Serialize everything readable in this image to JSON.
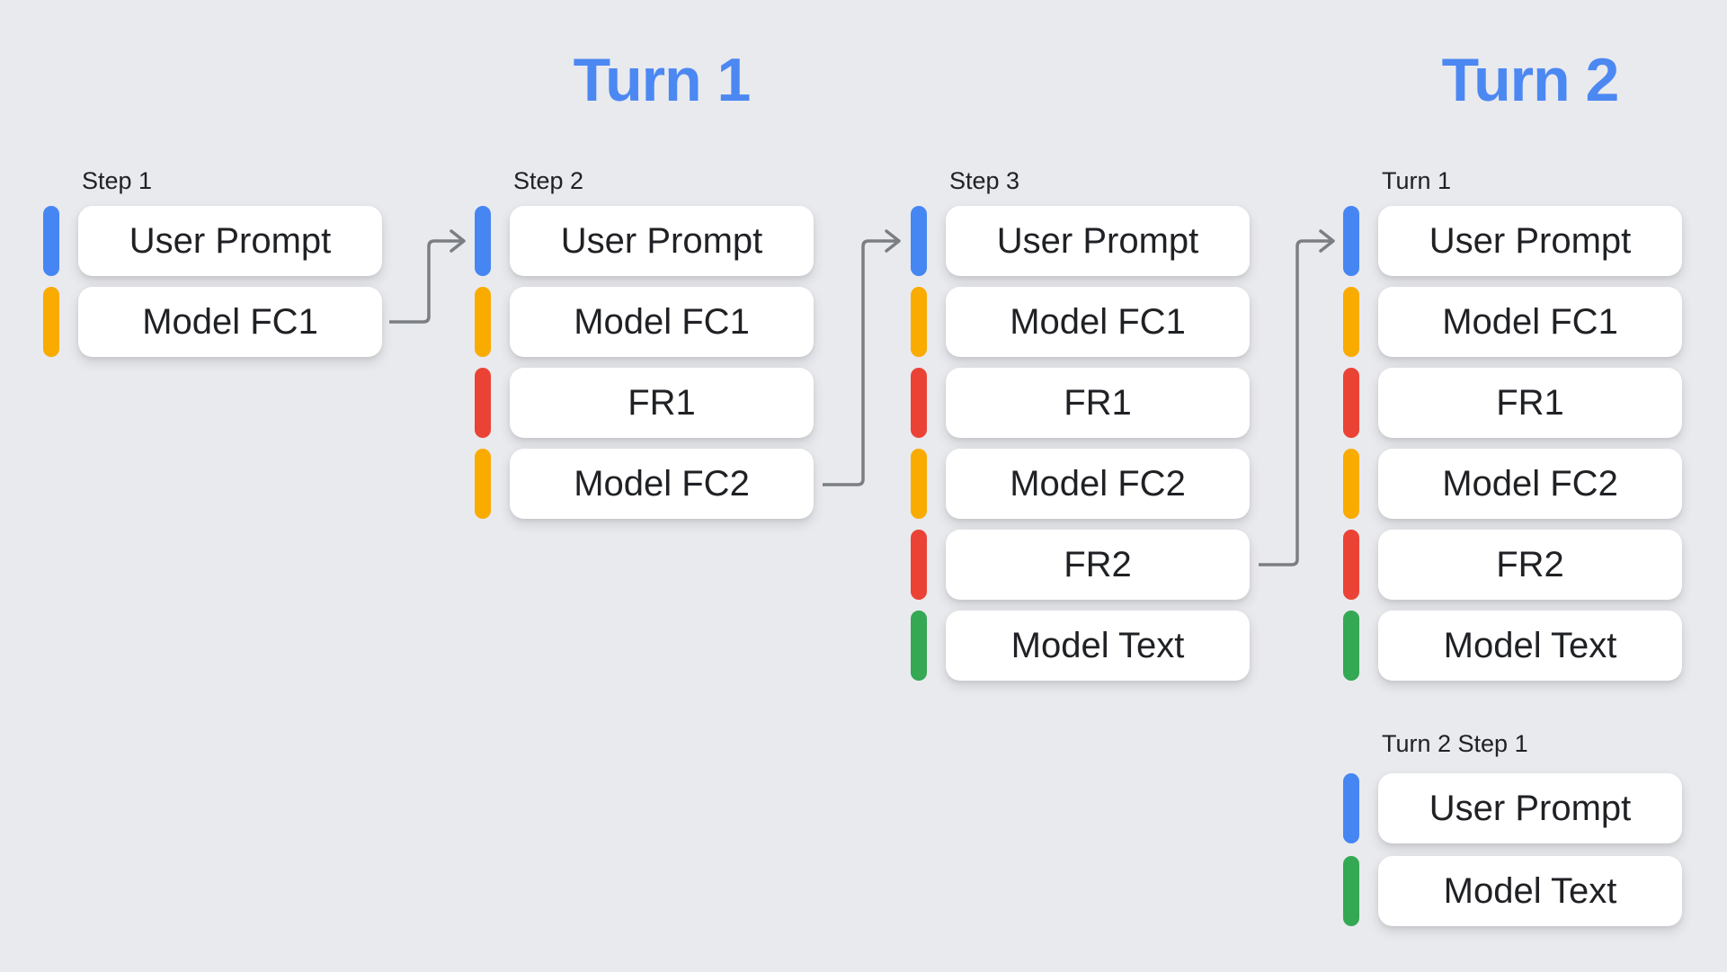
{
  "titles": {
    "turn1": "Turn 1",
    "turn2": "Turn 2"
  },
  "colors": {
    "blue": "#4686f3",
    "yellow": "#f9ab00",
    "red": "#ea4335",
    "green": "#34a853",
    "title_blue": "#4c88f2",
    "arrow_gray": "#7b7f83",
    "background": "#e9eaee",
    "box_background": "#ffffff",
    "text": "#1f2124"
  },
  "columns": [
    {
      "label": "Step 1",
      "items": [
        {
          "text": "User Prompt",
          "color": "blue"
        },
        {
          "text": "Model FC1",
          "color": "yellow"
        }
      ]
    },
    {
      "label": "Step 2",
      "items": [
        {
          "text": "User Prompt",
          "color": "blue"
        },
        {
          "text": "Model FC1",
          "color": "yellow"
        },
        {
          "text": "FR1",
          "color": "red"
        },
        {
          "text": "Model FC2",
          "color": "yellow"
        }
      ]
    },
    {
      "label": "Step 3",
      "items": [
        {
          "text": "User Prompt",
          "color": "blue"
        },
        {
          "text": "Model FC1",
          "color": "yellow"
        },
        {
          "text": "FR1",
          "color": "red"
        },
        {
          "text": "Model FC2",
          "color": "yellow"
        },
        {
          "text": "FR2",
          "color": "red"
        },
        {
          "text": "Model Text",
          "color": "green"
        }
      ]
    },
    {
      "label": "Turn 1",
      "items": [
        {
          "text": "User Prompt",
          "color": "blue"
        },
        {
          "text": "Model FC1",
          "color": "yellow"
        },
        {
          "text": "FR1",
          "color": "red"
        },
        {
          "text": "Model FC2",
          "color": "yellow"
        },
        {
          "text": "FR2",
          "color": "red"
        },
        {
          "text": "Model Text",
          "color": "green"
        }
      ]
    },
    {
      "label": "Turn 2 Step 1",
      "items": [
        {
          "text": "User Prompt",
          "color": "blue"
        },
        {
          "text": "Model Text",
          "color": "green"
        }
      ]
    }
  ],
  "arrows": [
    {
      "from": "Step 1 / Model FC1",
      "to": "Step 2 / User Prompt"
    },
    {
      "from": "Step 2 / Model FC2",
      "to": "Step 3 / User Prompt"
    },
    {
      "from": "Step 3 / FR2",
      "to": "Turn 1 / User Prompt"
    }
  ]
}
